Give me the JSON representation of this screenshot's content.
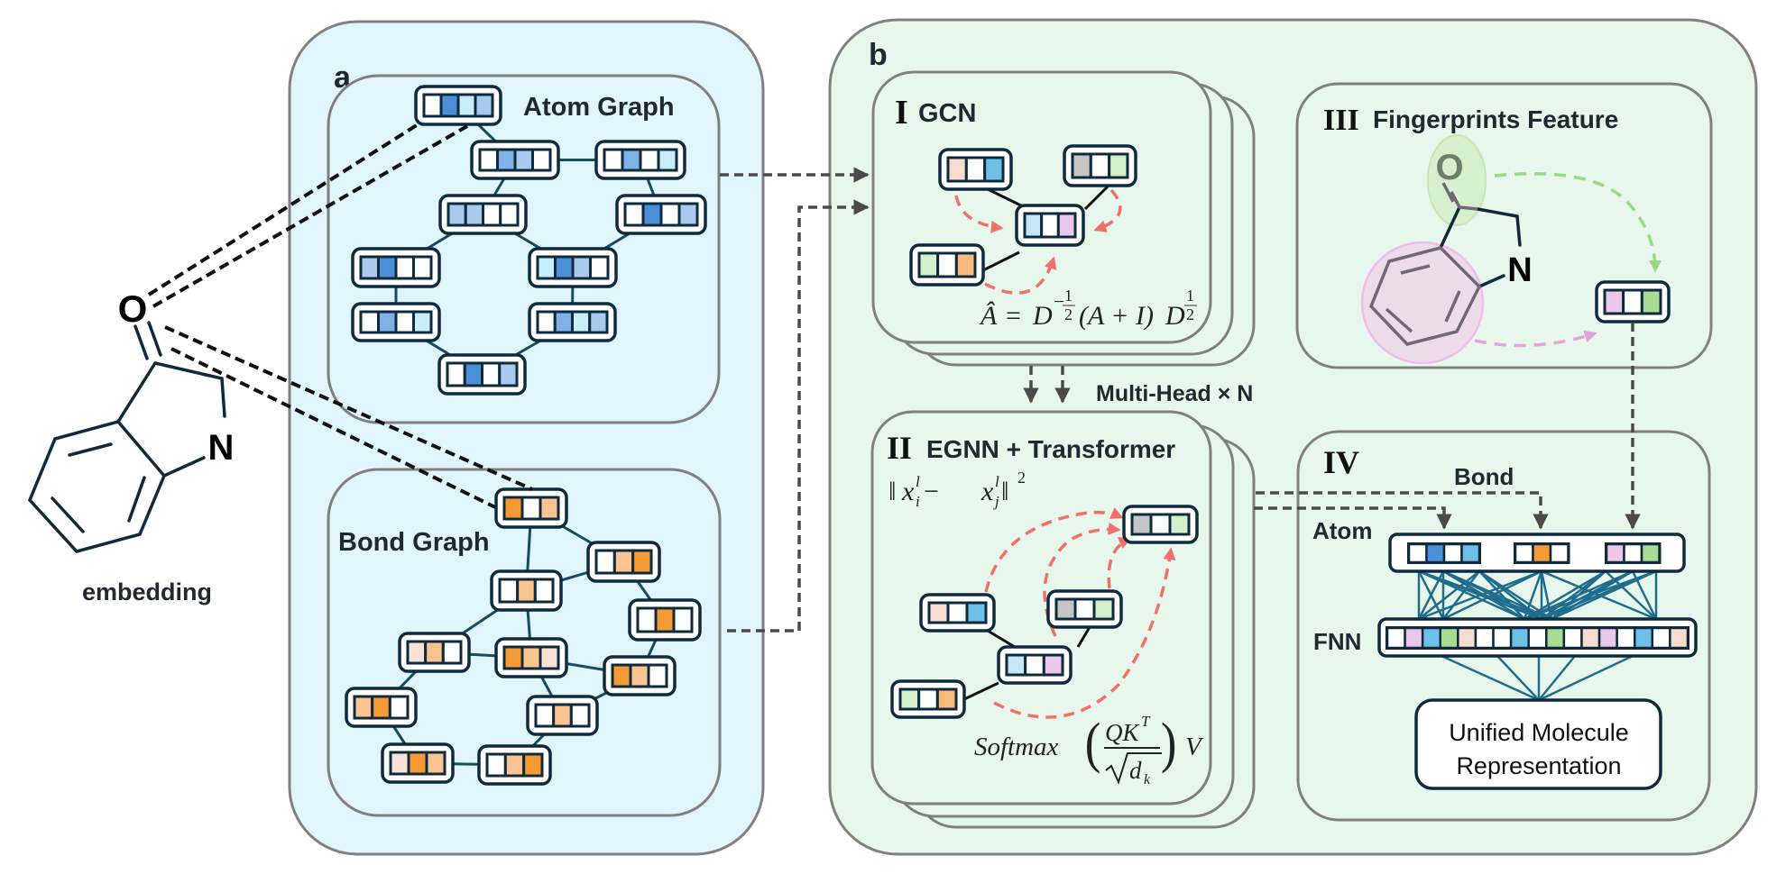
{
  "figure": {
    "panel_a": {
      "label": "a",
      "atom_graph_title": "Atom Graph",
      "bond_graph_title": "Bond Graph",
      "molecule": {
        "oxygen": "O",
        "nitrogen": "N",
        "caption": "embedding"
      }
    },
    "panel_b": {
      "label": "b",
      "gcn": {
        "numeral": "I",
        "title": "GCN",
        "formula": {
          "lhs": "Â",
          "eq": "=",
          "D": "D",
          "neg": "−",
          "one": "1",
          "two": "2",
          "paren": "(A + I)"
        }
      },
      "multi_head": "Multi-Head × N",
      "egnn": {
        "numeral": "II",
        "title": "EGNN + Transformer",
        "distance_formula": {
          "open": "‖",
          "x": "x",
          "sup": "l",
          "i": "i",
          "minus": " − ",
          "j": "j",
          "close": "‖",
          "pow": "2"
        },
        "attention_formula": {
          "fn": "Softmax",
          "num": "QK",
          "T": "T",
          "den": "d",
          "k": "k",
          "V": "V"
        }
      },
      "fingerprints": {
        "numeral": "III",
        "title": "Fingerprints Feature",
        "oxygen": "O",
        "nitrogen": "N"
      },
      "fusion": {
        "numeral": "IV",
        "bond_label": "Bond",
        "atom_label": "Atom",
        "fnn_label": "FNN",
        "output_line1": "Unified Molecule",
        "output_line2": "Representation"
      }
    }
  },
  "colors": {
    "blue_dark": "#4a8fd8",
    "blue_mid": "#7fb0e6",
    "blue_light": "#a9c9ee",
    "cyan_light": "#c9eefb",
    "orange": "#f59a35",
    "orange_light": "#f9c48f",
    "orange_pale": "#fbe2d7",
    "sky": "#6fc0e8",
    "peach": "#f9dcd0",
    "gray": "#c5c5c5",
    "green_light": "#d6f0cb",
    "green": "#a8db93",
    "pink": "#ebc7ea",
    "light_cyan": "#c4e6f6",
    "orange_soft": "#f9bb7d",
    "white": "#ffffff"
  },
  "atom_graph_nodes": [
    {
      "cells": [
        "white",
        "blue_dark",
        "cyan_light",
        "blue_light"
      ]
    },
    {
      "cells": [
        "white",
        "blue_mid",
        "blue_light",
        "white"
      ]
    },
    {
      "cells": [
        "white",
        "blue_mid",
        "white",
        "cyan_light"
      ]
    },
    {
      "cells": [
        "blue_light",
        "blue_light",
        "white",
        "white"
      ]
    },
    {
      "cells": [
        "white",
        "blue_dark",
        "white",
        "blue_light"
      ]
    },
    {
      "cells": [
        "blue_light",
        "blue_dark",
        "white",
        "white"
      ]
    },
    {
      "cells": [
        "cyan_light",
        "blue_dark",
        "blue_light",
        "white"
      ]
    },
    {
      "cells": [
        "white",
        "blue_mid",
        "white",
        "cyan_light"
      ]
    },
    {
      "cells": [
        "white",
        "blue_mid",
        "cyan_light",
        "blue_light"
      ]
    },
    {
      "cells": [
        "white",
        "blue_dark",
        "white",
        "blue_light"
      ]
    }
  ],
  "bond_graph_nodes": [
    {
      "cells": [
        "orange",
        "white",
        "orange_light"
      ]
    },
    {
      "cells": [
        "white",
        "orange_light",
        "orange"
      ]
    },
    {
      "cells": [
        "white",
        "orange_light",
        "white"
      ]
    },
    {
      "cells": [
        "white",
        "orange",
        "white"
      ]
    },
    {
      "cells": [
        "orange_pale",
        "orange_light",
        "white"
      ]
    },
    {
      "cells": [
        "orange",
        "orange_light",
        "orange_pale"
      ]
    },
    {
      "cells": [
        "orange",
        "orange_light",
        "white"
      ]
    },
    {
      "cells": [
        "orange_light",
        "orange",
        "white"
      ]
    },
    {
      "cells": [
        "white",
        "orange_light",
        "white"
      ]
    },
    {
      "cells": [
        "orange_pale",
        "orange",
        "orange_light"
      ]
    },
    {
      "cells": [
        "white",
        "orange_light",
        "orange"
      ]
    }
  ],
  "gcn_nodes": [
    {
      "cells": [
        "peach",
        "white",
        "sky"
      ]
    },
    {
      "cells": [
        "gray",
        "white",
        "green_light"
      ]
    },
    {
      "cells": [
        "light_cyan",
        "white",
        "pink"
      ]
    },
    {
      "cells": [
        "green_light",
        "white",
        "orange_soft"
      ]
    }
  ],
  "egnn_nodes": [
    {
      "cells": [
        "gray",
        "white",
        "green_light"
      ]
    },
    {
      "cells": [
        "peach",
        "white",
        "sky"
      ]
    },
    {
      "cells": [
        "gray",
        "white",
        "green_light"
      ]
    },
    {
      "cells": [
        "light_cyan",
        "white",
        "pink"
      ]
    },
    {
      "cells": [
        "green_light",
        "white",
        "orange_soft"
      ]
    }
  ],
  "fingerprint_node": {
    "cells": [
      "pink",
      "white",
      "green"
    ]
  },
  "fusion_segments": [
    {
      "name": "atom",
      "cells": [
        "white",
        "blue_dark",
        "white",
        "sky"
      ]
    },
    {
      "name": "bond",
      "cells": [
        "white",
        "orange",
        "white"
      ]
    },
    {
      "name": "fingerprint",
      "cells": [
        "pink",
        "white",
        "green"
      ]
    }
  ],
  "fnn_cells": [
    "white",
    "pink",
    "sky",
    "green",
    "peach",
    "white",
    "white",
    "sky",
    "white",
    "green",
    "white",
    "peach",
    "pink",
    "white",
    "sky",
    "white",
    "peach"
  ]
}
